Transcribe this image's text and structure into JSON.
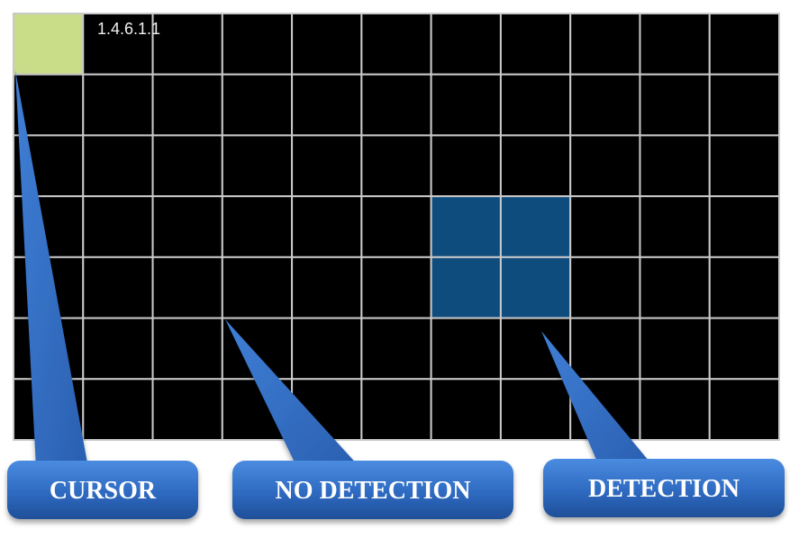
{
  "grid": {
    "columns": 11,
    "rows": 7,
    "zone_label": "1.4.6.1.1",
    "cursor_cell": {
      "col": 0,
      "row": 0
    },
    "detected_cells": [
      {
        "col": 6,
        "row": 3
      },
      {
        "col": 7,
        "row": 3
      },
      {
        "col": 6,
        "row": 4
      },
      {
        "col": 7,
        "row": 4
      }
    ]
  },
  "colors": {
    "grid_background": "#000000",
    "grid_lines": "#c9c9c9",
    "cursor_fill": "#c9dc87",
    "detection_fill": "#0e4c7e",
    "callout_fill": "#2f6fc7",
    "callout_text": "#ffffff"
  },
  "callouts": {
    "cursor": "CURSOR",
    "no_detection": "NO DETECTION",
    "detection": "DETECTION"
  }
}
